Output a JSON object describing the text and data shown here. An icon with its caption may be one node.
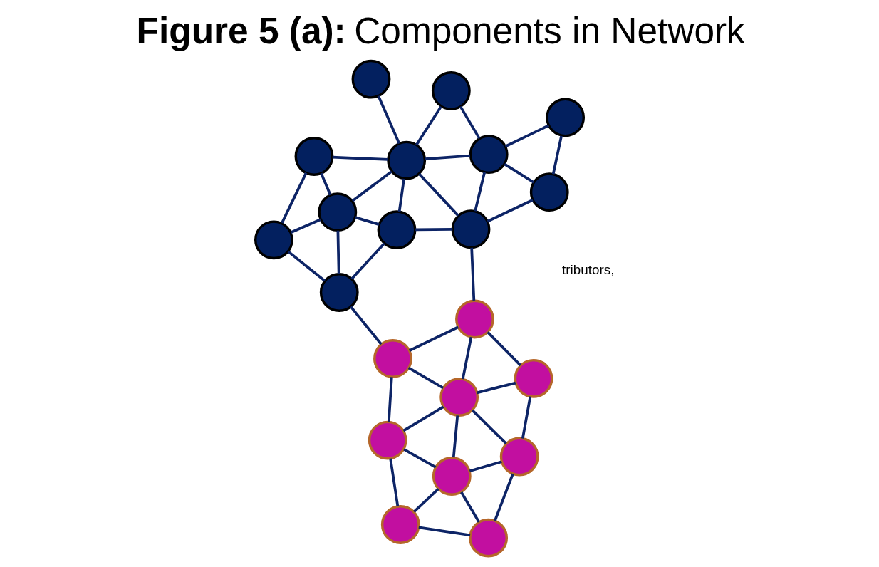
{
  "diagram": {
    "title": "**Figure 5 (a):** Components in Network",
    "nodes": [
      {
        "text": [],
        "shape": "circle"
      },
      {
        "text": [],
        "shape": "circle"
      },
      {
        "text": [],
        "shape": "circle"
      },
      {
        "text": [],
        "shape": "circle"
      },
      {
        "text": [],
        "shape": "circle"
      },
      {
        "text": [],
        "shape": "circle"
      },
      {
        "text": [],
        "shape": "circle"
      },
      {
        "text": [],
        "shape": "circle"
      },
      {
        "text": [],
        "shape": "circle"
      },
      {
        "text": [],
        "shape": "circle"
      },
      {
        "text": [],
        "shape": "circle"
      },
      {
        "text": [],
        "shape": "circle"
      },
      {
        "text": [],
        "shape": "circle"
      },
      {
        "text": [],
        "shape": "circle"
      },
      {
        "text": [],
        "shape": "circle"
      },
      {
        "text": [],
        "shape": "circle"
      },
      {
        "text": [],
        "shape": "circle"
      },
      {
        "text": [],
        "shape": "circle"
      },
      {
        "text": [],
        "shape": "circle"
      },
      {
        "text": [],
        "shape": "circle"
      },
      {
        "text": [],
        "shape": "circle"
      }
    ],
    "edges": [
      {
        "from": 1,
        "to": 0,
        "arrow": "none"
      },
      {
        "from": 0,
        "to": 2,
        "arrow": "none"
      },
      {
        "from": 0,
        "to": 3,
        "arrow": "none"
      },
      {
        "from": 1,
        "to": 4,
        "arrow": "none"
      },
      {
        "from": 1,
        "to": 5,
        "arrow": "none"
      },
      {
        "from": 1,
        "to": 2,
        "arrow": "none"
      },
      {
        "from": 2,
        "to": 3,
        "arrow": "none"
      },
      {
        "from": 2,
        "to": 5,
        "arrow": "none"
      },
      {
        "from": 2,
        "to": 6,
        "arrow": "none"
      },
      {
        "from": 2,
        "to": 7,
        "arrow": "none"
      },
      {
        "from": 3,
        "to": 6,
        "arrow": "none"
      },
      {
        "from": 4,
        "to": 5,
        "arrow": "none"
      },
      {
        "from": 4,
        "to": 8,
        "arrow": "none"
      },
      {
        "from": 5,
        "to": 8,
        "arrow": "none"
      },
      {
        "from": 5,
        "to": 7,
        "arrow": "none"
      },
      {
        "from": 6,
        "to": 7,
        "arrow": "none"
      },
      {
        "from": 8,
        "to": 7,
        "arrow": "none"
      },
      {
        "from": 3,
        "to": 10,
        "arrow": "none"
      },
      {
        "from": 6,
        "to": 15,
        "arrow": "none"
      },
      {
        "from": 10,
        "to": 9,
        "arrow": "none"
      },
      {
        "from": 9,
        "to": 13,
        "arrow": "none"
      },
      {
        "from": 9,
        "to": 11,
        "arrow": "none"
      },
      {
        "from": 10,
        "to": 12,
        "arrow": "none"
      },
      {
        "from": 10,
        "to": 16,
        "arrow": "none"
      },
      {
        "from": 10,
        "to": 13,
        "arrow": "none"
      },
      {
        "from": 13,
        "to": 11,
        "arrow": "none"
      },
      {
        "from": 12,
        "to": 15,
        "arrow": "none"
      },
      {
        "from": 12,
        "to": 18,
        "arrow": "none"
      },
      {
        "from": 12,
        "to": 16,
        "arrow": "none"
      },
      {
        "from": 13,
        "to": 16,
        "arrow": "none"
      },
      {
        "from": 13,
        "to": 14,
        "arrow": "none"
      },
      {
        "from": 16,
        "to": 14,
        "arrow": "none"
      },
      {
        "from": 16,
        "to": 17,
        "arrow": "none"
      },
      {
        "from": 16,
        "to": 18,
        "arrow": "none"
      },
      {
        "from": 16,
        "to": 19,
        "arrow": "none"
      },
      {
        "from": 15,
        "to": 18,
        "arrow": "none"
      },
      {
        "from": 15,
        "to": 20,
        "arrow": "none"
      },
      {
        "from": 18,
        "to": 19,
        "arrow": "none"
      },
      {
        "from": 18,
        "to": 20,
        "arrow": "none"
      },
      {
        "from": 19,
        "to": 20,
        "arrow": "none"
      }
    ],
    "labels": [
      "tributors,"
    ]
  }
}
